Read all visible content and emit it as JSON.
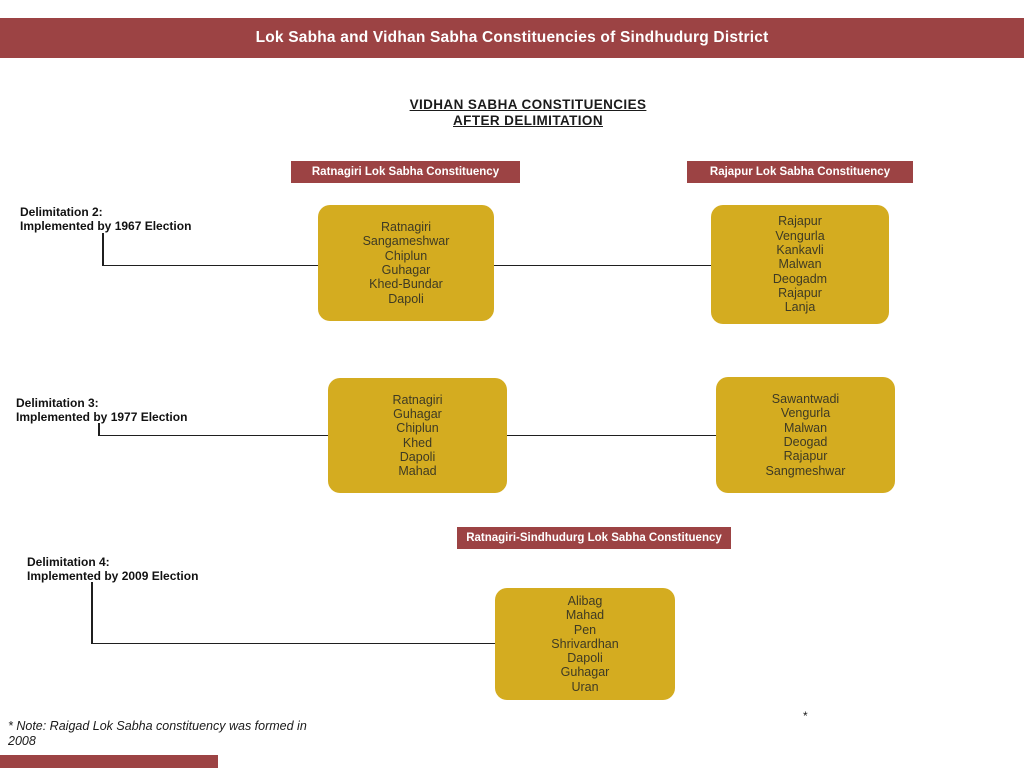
{
  "top_bar": {
    "title": "Lok Sabha and Vidhan Sabha Constituencies of Sindhudurg District"
  },
  "heading": {
    "line1": "VIDHAN SABHA CONSTITUENCIES",
    "line2": "AFTER DELIMITATION"
  },
  "lok_sabha_headers": {
    "ratnagiri": "Ratnagiri Lok Sabha Constituency",
    "rajapur": "Rajapur Lok Sabha Constituency",
    "ratnagiri_sindhudurg": "Ratnagiri-Sindhudurg Lok Sabha Constituency"
  },
  "delimitation2": {
    "label_line1": "Delimitation 2:",
    "label_line2": "Implemented by 1967 Election",
    "ratnagiri_items": [
      "Ratnagiri",
      "Sangameshwar",
      "Chiplun",
      "Guhagar",
      "Khed-Bundar",
      "Dapoli"
    ],
    "rajapur_items": [
      "Rajapur",
      "Vengurla",
      "Kankavli",
      "Malwan",
      "Deogadm",
      "Rajapur",
      "Lanja"
    ]
  },
  "delimitation3": {
    "label_line1": "Delimitation 3:",
    "label_line2": "Implemented by 1977 Election",
    "ratnagiri_items": [
      "Ratnagiri",
      "Guhagar",
      "Chiplun",
      "Khed",
      "Dapoli",
      "Mahad"
    ],
    "rajapur_items": [
      "Sawantwadi",
      "Vengurla",
      "Malwan",
      "Deogad",
      "Rajapur",
      "Sangmeshwar"
    ]
  },
  "delimitation4": {
    "label_line1": "Delimitation 4:",
    "label_line2": "Implemented by 2009 Election",
    "items": [
      "Alibag",
      "Mahad",
      "Pen",
      "Shrivardhan",
      "Dapoli",
      "Guhagar",
      "Uran"
    ]
  },
  "note": {
    "text": "* Note: Raigad Lok Sabha constituency was formed in 2008",
    "stray_asterisk": "*"
  },
  "colors": {
    "maroon": "#9C4344",
    "gold": "#D4AC20",
    "box_text": "#3E3A24"
  }
}
